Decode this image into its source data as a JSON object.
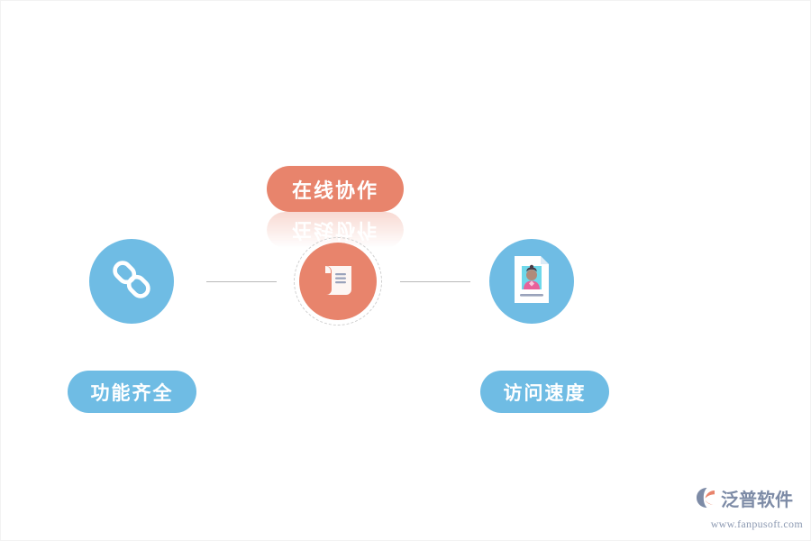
{
  "diagram": {
    "center_badge": {
      "label": "在线协作",
      "color": "#e8846c"
    },
    "nodes": [
      {
        "id": "left",
        "icon": "chain-link-icon",
        "circle_color": "#6fbce4",
        "label": "功能齐全",
        "label_color": "#6fbce4"
      },
      {
        "id": "center",
        "icon": "scroll-document-icon",
        "circle_color": "#e8846c",
        "label": "",
        "label_color": "#e8846c"
      },
      {
        "id": "right",
        "icon": "id-card-icon",
        "circle_color": "#6fbce4",
        "label": "访问速度",
        "label_color": "#6fbce4"
      }
    ],
    "connector_color": "#b9b9b9"
  },
  "watermark": {
    "brand": "泛普软件",
    "url": "www.fanpusoft.com",
    "logo_icon": "fanpu-logo-icon",
    "brand_color": "#7d8ba6",
    "accent_color": "#e8846c"
  }
}
